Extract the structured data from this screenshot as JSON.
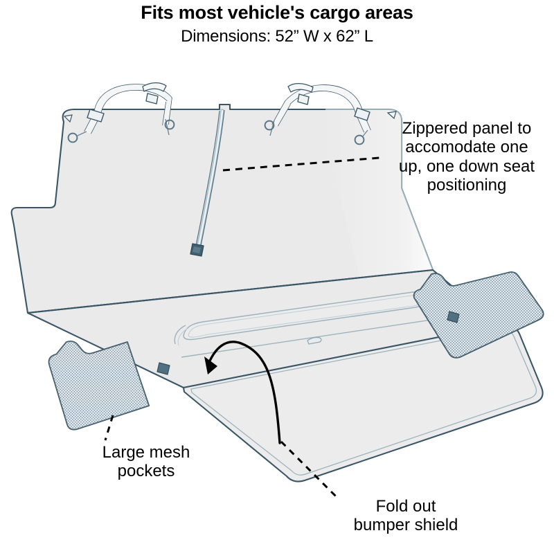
{
  "header": {
    "title": "Fits most vehicle's cargo areas",
    "subtitle": "Dimensions: 52” W x 62” L"
  },
  "callouts": [
    {
      "id": "zipper",
      "text": "Zippered panel to\naccomodate one\nup, one down seat\npositioning",
      "leader": "dashed-line"
    },
    {
      "id": "mesh",
      "text": "Large mesh\npockets",
      "leader": "dashed-line"
    },
    {
      "id": "bumper",
      "text": "Fold out\nbumper shield",
      "leader": "dashed-line"
    }
  ],
  "illustration": {
    "subject": "vehicle cargo area pet seat cover, isometric line drawing",
    "parts": [
      "seat-back-panel",
      "vertical-zipper",
      "zipper-pull-tab",
      "left-headrest-strap",
      "right-headrest-strap",
      "cargo-floor-panel",
      "left-mesh-pocket",
      "right-mesh-pocket",
      "fold-out-bumper-shield",
      "fold-direction-arrow"
    ],
    "colors": {
      "panel_fill": "#eaeaea",
      "panel_stroke": "#3a5666",
      "panel_stroke_light": "#8fa7b4",
      "mesh_fill": "#dfe7ec",
      "mesh_dot": "#47697d",
      "tab_fill": "#52707f",
      "arrow": "#000000",
      "leader": "#000000",
      "background": "#ffffff"
    }
  }
}
